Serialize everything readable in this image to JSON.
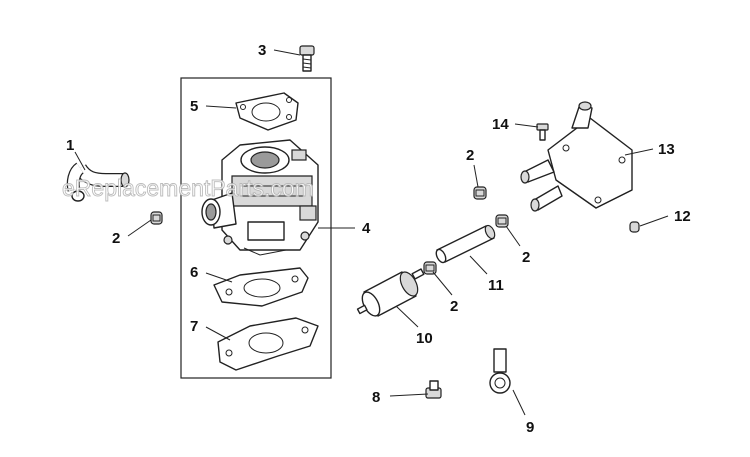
{
  "watermark": "eReplacementParts.com",
  "callouts": {
    "c1": "1",
    "c2a": "2",
    "c2b": "2",
    "c2c": "2",
    "c2d": "2",
    "c3": "3",
    "c4": "4",
    "c5": "5",
    "c6": "6",
    "c7": "7",
    "c8": "8",
    "c9": "9",
    "c10": "10",
    "c11": "11",
    "c12": "12",
    "c13": "13",
    "c14": "14"
  }
}
